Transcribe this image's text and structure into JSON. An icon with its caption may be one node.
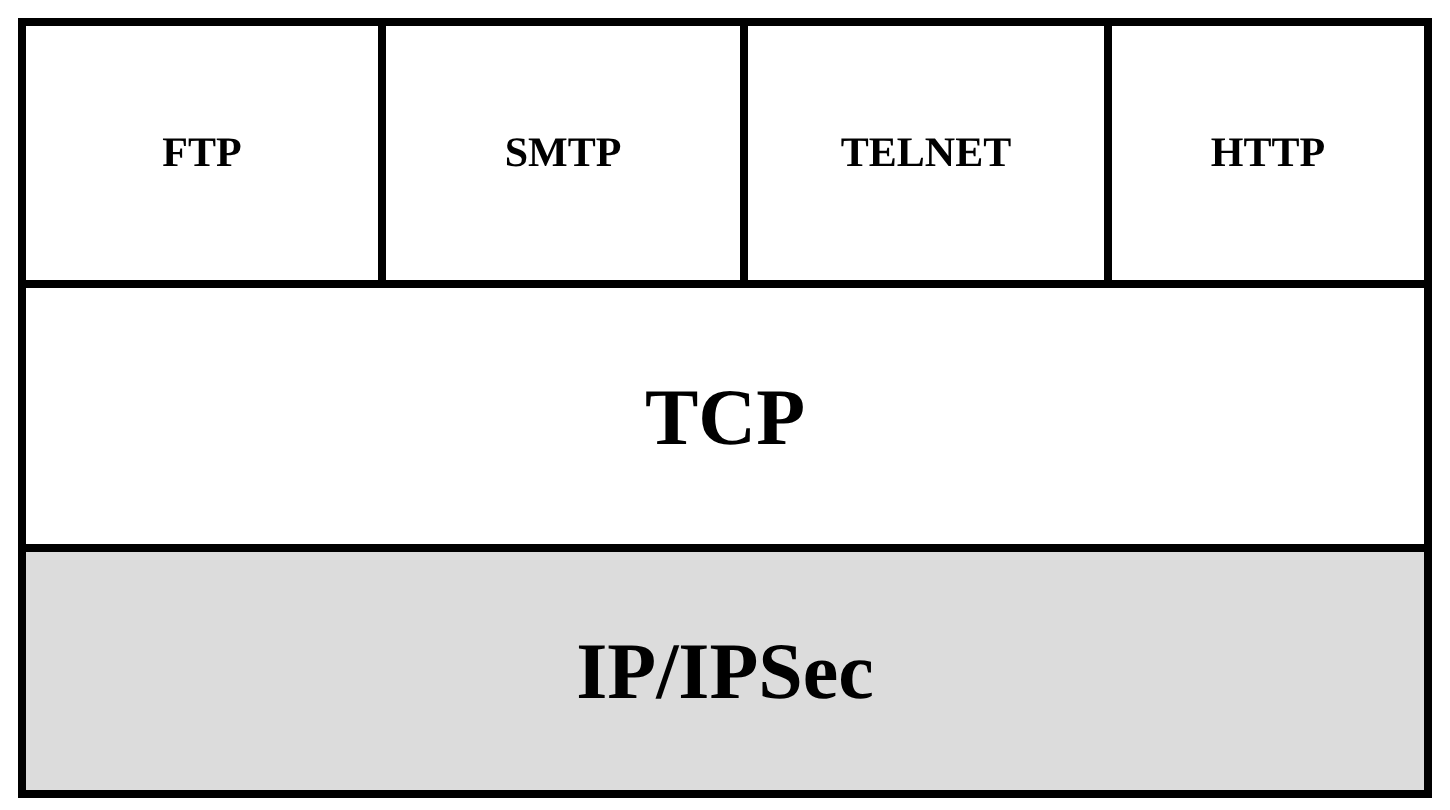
{
  "diagram": {
    "nodes": [
      {
        "text": [
          "FTP"
        ]
      },
      {
        "text": [
          "SMTP"
        ]
      },
      {
        "text": [
          "TELNET"
        ]
      },
      {
        "text": [
          "HTTP"
        ]
      },
      {
        "text": [
          "TCP"
        ]
      },
      {
        "text": [
          "IP/IPSec"
        ]
      }
    ]
  }
}
